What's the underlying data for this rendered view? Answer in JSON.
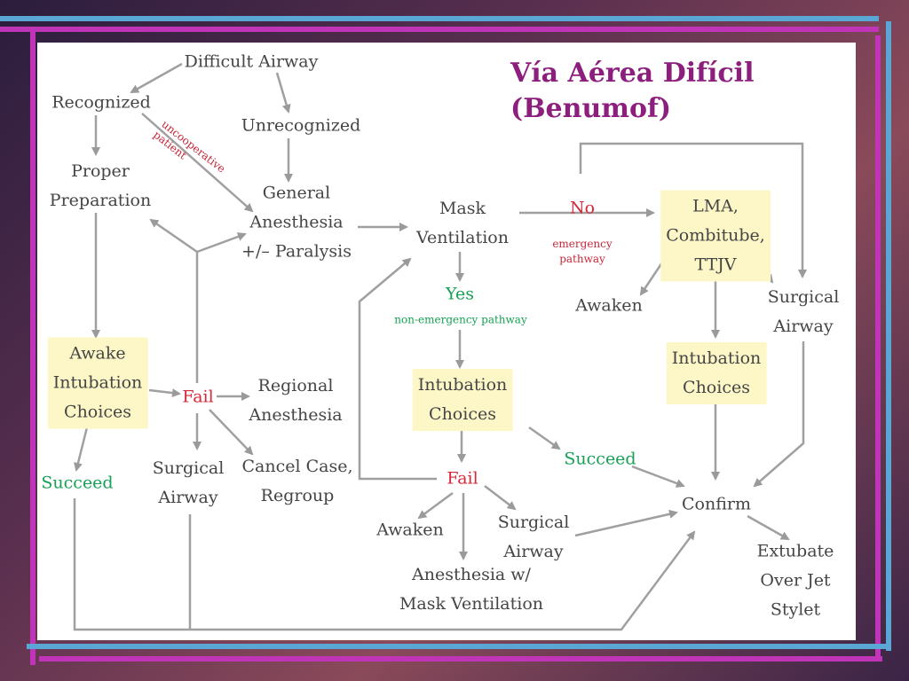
{
  "title": {
    "line1": "Vía Aérea Difícil",
    "line2": "(Benumof)"
  },
  "nodes": {
    "difficult_airway": "Difficult Airway",
    "recognized": "Recognized",
    "unrecognized": "Unrecognized",
    "uncooperative": [
      "uncooperative",
      "patient"
    ],
    "proper_preparation": [
      "Proper",
      "Preparation"
    ],
    "general_anesthesia": [
      "General",
      "Anesthesia",
      "+/– Paralysis"
    ],
    "mask_ventilation": [
      "Mask",
      "Ventilation"
    ],
    "no": "No",
    "emergency_pathway": [
      "emergency",
      "pathway"
    ],
    "lma": [
      "LMA,",
      "Combitube,",
      "TTJV"
    ],
    "yes": "Yes",
    "non_emergency": "non-emergency pathway",
    "awaken_right": "Awaken",
    "surgical_airway_right": [
      "Surgical",
      "Airway"
    ],
    "awake_intubation": [
      "Awake",
      "Intubation",
      "Choices"
    ],
    "fail_left": "Fail",
    "regional_anesthesia": [
      "Regional",
      "Anesthesia"
    ],
    "intubation_choices_center": [
      "Intubation",
      "Choices"
    ],
    "intubation_choices_right": [
      "Intubation",
      "Choices"
    ],
    "succeed_left": "Succeed",
    "surgical_airway_left": [
      "Surgical",
      "Airway"
    ],
    "cancel_case": [
      "Cancel Case,",
      "Regroup"
    ],
    "succeed_center": "Succeed",
    "fail_center": "Fail",
    "confirm": "Confirm",
    "awaken_center": "Awaken",
    "surgical_airway_center": [
      "Surgical",
      "Airway"
    ],
    "anesthesia_mask": [
      "Anesthesia w/",
      "Mask Ventilation"
    ],
    "extubate": [
      "Extubate",
      "Over Jet",
      "Stylet"
    ]
  },
  "colors": {
    "title": "#8c1f7e",
    "text": "#454545",
    "fail_no": "#d6283a",
    "succeed_yes": "#17a056",
    "box": "#fdf7c8",
    "arrow": "#9a9a9a"
  }
}
